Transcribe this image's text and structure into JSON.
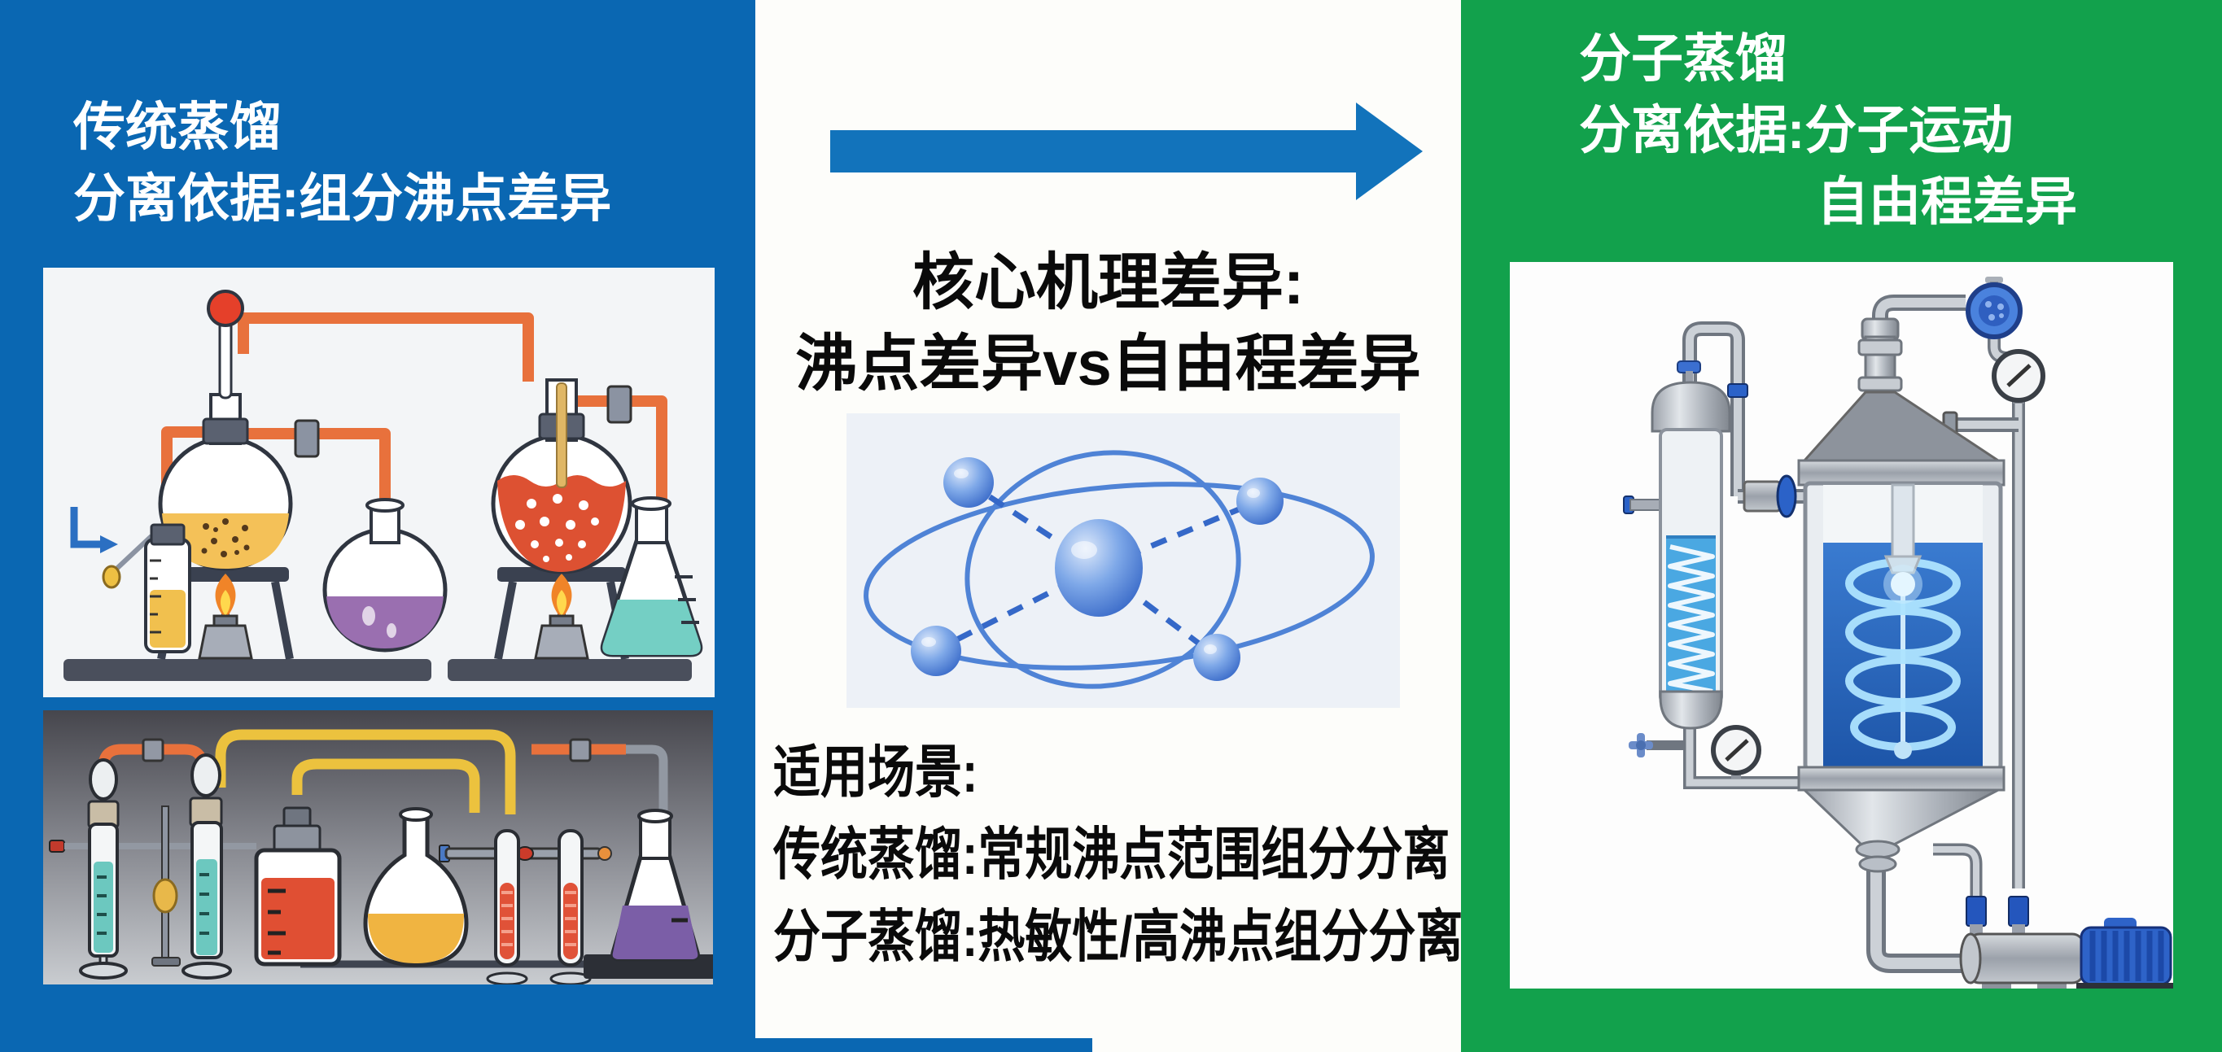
{
  "left_panel": {
    "title_line1": "传统蒸馏",
    "title_line2": "分离依据:组分沸点差异"
  },
  "center_panel": {
    "heading_line1": "核心机理差异:",
    "heading_line2": "沸点差异vs自由程差异",
    "scenarios_label": "适用场景:",
    "scenario_traditional": "传统蒸馏:常规沸点范围组分分离",
    "scenario_molecular": "分子蒸馏:热敏性/高沸点组分分离"
  },
  "right_panel": {
    "title_line1": "分子蒸馏",
    "title_line2": "分离依据:分子运动",
    "title_line3": "自由程差异"
  },
  "icons": {
    "arrow": "right-arrow-icon",
    "atom": "molecule-orbit-illustration",
    "traditional_apparatus": "traditional-distillation-illustration",
    "glassware": "lab-glassware-illustration",
    "molecular_apparatus": "molecular-distillation-equipment-illustration"
  },
  "colors": {
    "left_bg": "#0a67b2",
    "center_bg": "#fdfdfa",
    "right_bg": "#12a14c",
    "arrow": "#1273bb",
    "heading_text": "#0a0a0a",
    "title_text": "#ffffff"
  }
}
